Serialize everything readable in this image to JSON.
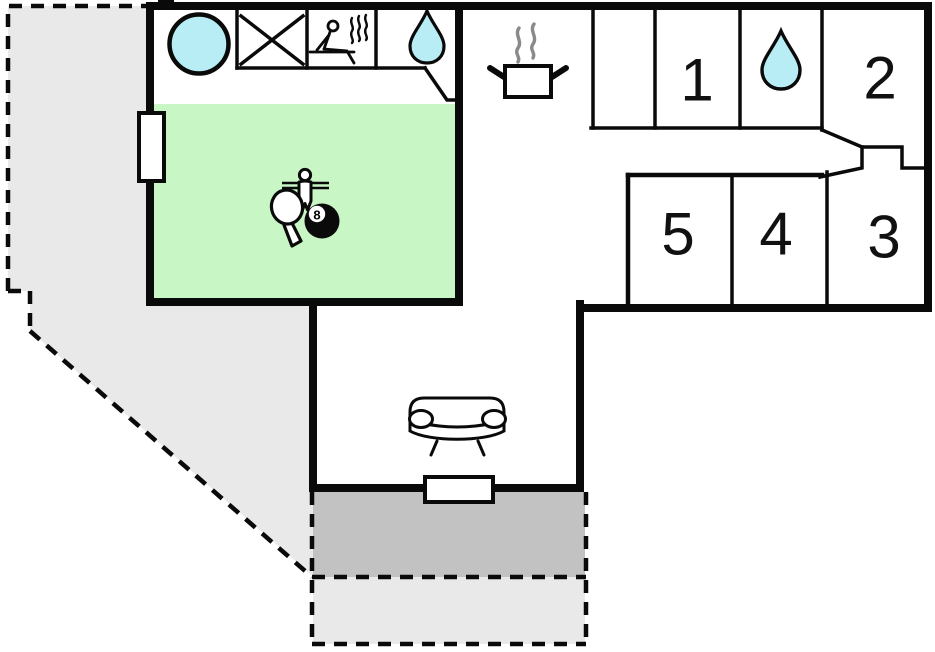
{
  "plan": {
    "title": "holiday-home-floor-plan",
    "rooms": [
      {
        "id": "room-1",
        "label": "1"
      },
      {
        "id": "room-2",
        "label": "2"
      },
      {
        "id": "room-3",
        "label": "3"
      },
      {
        "id": "room-4",
        "label": "4"
      },
      {
        "id": "room-5",
        "label": "5"
      }
    ],
    "billiard_ball_label": "8",
    "icons": [
      "hot-tub-icon",
      "crossed-square-icon",
      "sauna-person-icon",
      "water-drop-small-icon",
      "water-drop-large-icon",
      "cooking-pot-icon",
      "foosball-player-icon",
      "table-tennis-paddle-icon",
      "billiard-8-ball-icon",
      "sofa-icon",
      "window-marker",
      "door-marker"
    ],
    "colors": {
      "wall": "#0a0a0a",
      "green_room": "#c9f6c5",
      "water": "#b9edf6",
      "terrace": "#e9e9e9",
      "patio": "#c2c2c2",
      "steam": "#8a8a8a",
      "white": "#ffffff"
    }
  }
}
